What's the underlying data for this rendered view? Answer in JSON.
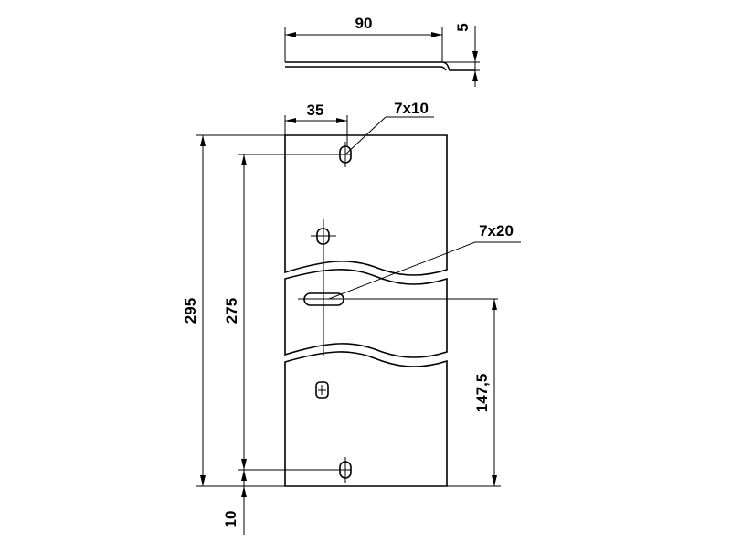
{
  "dimensions": {
    "width_top": "90",
    "thickness": "5",
    "hole_offset": "35",
    "small_slot": "7x10",
    "center_slot": "7x20",
    "total_height": "295",
    "slot_spacing": "275",
    "center_height": "147,5",
    "bottom_offset": "10"
  }
}
